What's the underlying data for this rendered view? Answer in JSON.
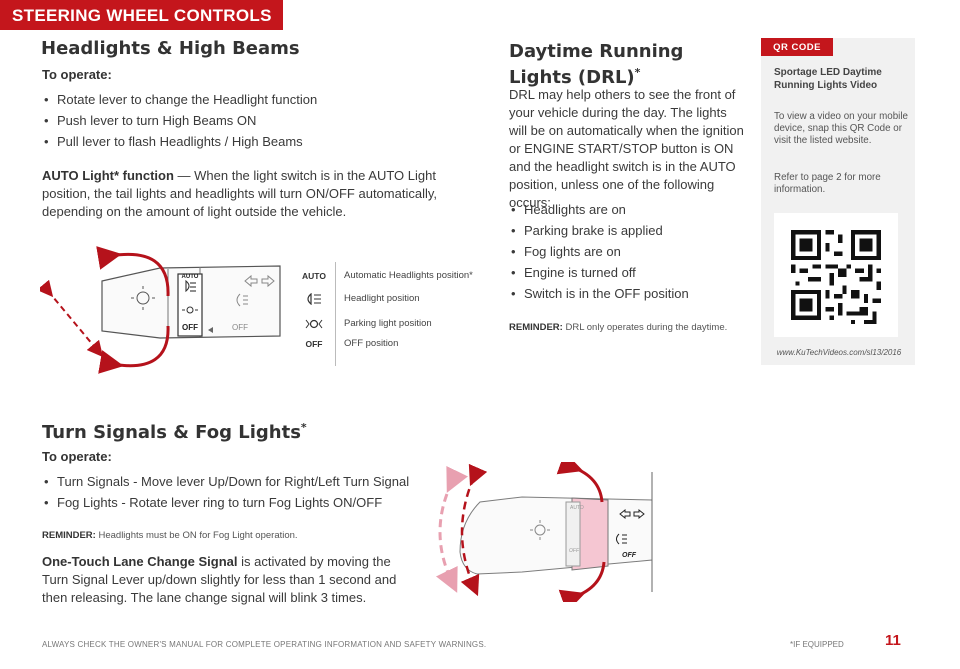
{
  "section_tab": "STEERING WHEEL CONTROLS",
  "headlights": {
    "title": "Headlights & High Beams",
    "to_operate": "To operate:",
    "bullets": [
      "Rotate lever to change the Headlight function",
      "Push lever to turn High Beams ON",
      "Pull lever to flash Headlights / High Beams"
    ],
    "auto_label": "AUTO Light* function",
    "auto_text": " — When the light switch is in the AUTO Light position, the tail lights and headlights will turn ON/OFF automatically, depending on the amount of light outside the vehicle."
  },
  "lever_legend": [
    {
      "key": "AUTO",
      "text": "Automatic Headlights position*"
    },
    {
      "key": "headlight-icon",
      "text": "Headlight position"
    },
    {
      "key": "parking-light-icon",
      "text": "Parking light position"
    },
    {
      "key": "OFF",
      "text": "OFF position"
    }
  ],
  "lever_labels": {
    "auto": "AUTO",
    "off": "OFF"
  },
  "drl": {
    "title_line1": "Daytime Running",
    "title_line2": "Lights (DRL)",
    "title_mark": "*",
    "text": "DRL may help others to see the front of your vehicle during the day. The lights will be on automatically when the ignition or ENGINE START/STOP button is ON and the headlight switch is in the AUTO position, unless one of the following occurs:",
    "bullets": [
      "Headlights are on",
      "Parking brake is applied",
      "Fog lights are on",
      "Engine is turned off",
      "Switch is in the OFF position"
    ],
    "reminder_label": "REMINDER:",
    "reminder_text": " DRL only operates during the daytime."
  },
  "qr": {
    "tab": "QR CODE",
    "title": "Sportage LED Daytime Running Lights Video",
    "text": "To view a video on your mobile device, snap this QR Code or visit the listed website.",
    "text2": "Refer to page 2 for more information.",
    "url": "www.KuTechVideos.com/sl13/2016"
  },
  "turn": {
    "title": "Turn Signals & Fog Lights",
    "title_mark": "*",
    "to_operate": "To operate:",
    "bullets": [
      "Turn Signals - Move lever Up/Down for Right/Left Turn Signal",
      "Fog Lights - Rotate lever ring to turn Fog Lights ON/OFF"
    ],
    "reminder_label": "REMINDER:",
    "reminder_text": " Headlights must be ON for Fog Light operation.",
    "otlc_label": "One-Touch Lane Change Signal",
    "otlc_text": " is activated by moving the Turn Signal Lever up/down slightly for less than 1 second and then releasing. The lane change signal will blink 3 times."
  },
  "footer": {
    "warning": "ALWAYS CHECK THE OWNER'S MANUAL FOR COMPLETE OPERATING INFORMATION AND SAFETY WARNINGS.",
    "equipped": "*IF EQUIPPED",
    "page": "11"
  },
  "colors": {
    "brand_red": "#c4161c",
    "arrow_red": "#b5121b",
    "fog_pink": "#e8a0b0"
  }
}
